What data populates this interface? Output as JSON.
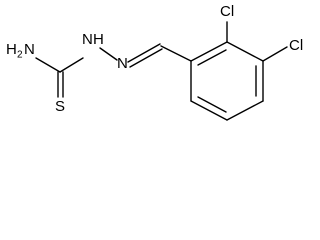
{
  "molecule": {
    "atoms": {
      "amine_n": "N",
      "amine_h": "H",
      "amine_sub": "2",
      "sulfur": "S",
      "hydrazine_nh_n": "N",
      "hydrazine_nh_h": "H",
      "imine_n": "N",
      "chlorine_1": "Cl",
      "chlorine_2": "Cl"
    }
  }
}
